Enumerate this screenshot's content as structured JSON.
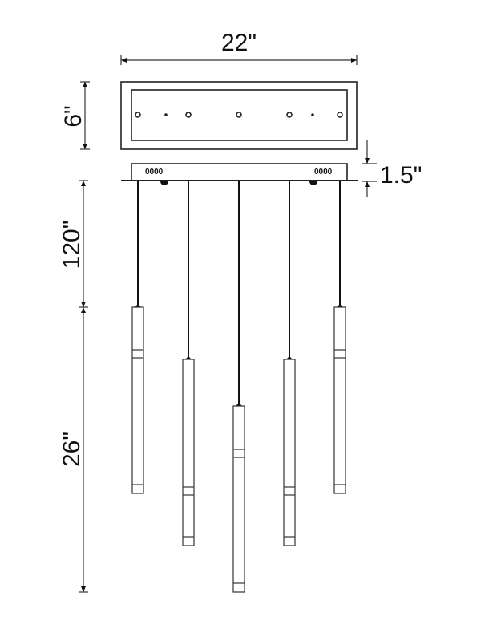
{
  "dimensions": {
    "width": "22\"",
    "canopy_height": "6\"",
    "plate_height": "1.5\"",
    "cord_length": "120\"",
    "pendant_drop": "26\""
  },
  "plate_labels": [
    "0000",
    "0000"
  ],
  "colors": {
    "line": "#222222",
    "background": "#ffffff"
  }
}
